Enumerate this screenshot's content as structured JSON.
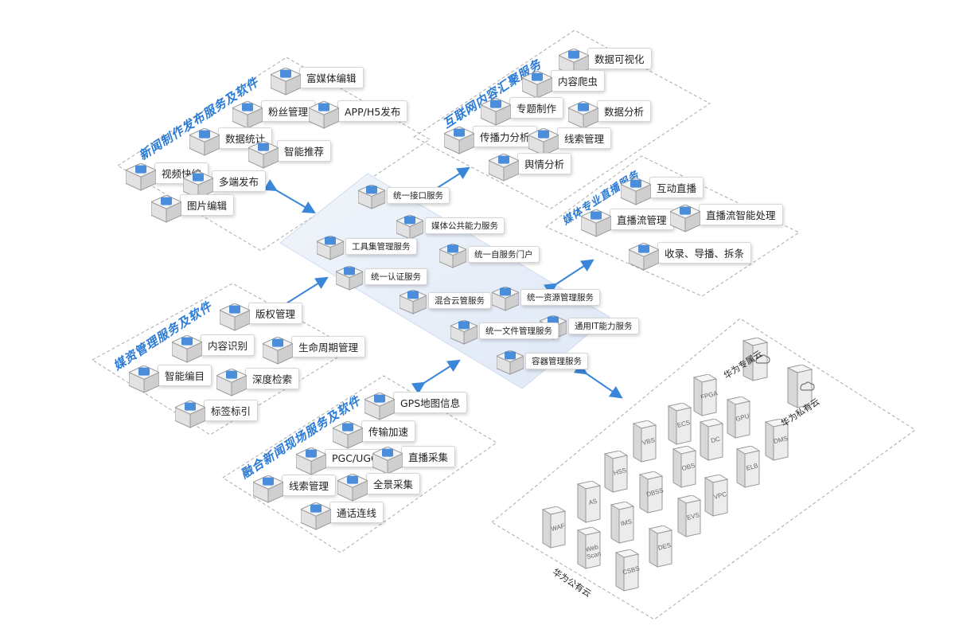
{
  "groups": {
    "news_publish": {
      "title": "新闻制作发布服务及软件",
      "items": [
        "富媒体编辑",
        "粉丝管理",
        "APP/H5发布",
        "数据统计",
        "智能推荐",
        "视频快编",
        "多端发布",
        "图片编辑"
      ]
    },
    "internet": {
      "title": "互联网内容汇聚服务",
      "items": [
        "数据可视化",
        "内容爬虫",
        "专题制作",
        "数据分析",
        "传播力分析",
        "线索管理",
        "舆情分析"
      ]
    },
    "live": {
      "title": "媒体专业直播服务",
      "items": [
        "互动直播",
        "直播流管理",
        "直播流智能处理",
        "收录、导播、拆条"
      ]
    },
    "asset": {
      "title": "媒资管理服务及软件",
      "items": [
        "版权管理",
        "内容识别",
        "生命周期管理",
        "智能编目",
        "深度检索",
        "标签标引"
      ]
    },
    "onsite": {
      "title": "融合新闻现场服务及软件",
      "items": [
        "GPS地图信息",
        "传输加速",
        "PGC/UGC",
        "直播采集",
        "线索管理",
        "全景采集",
        "通话连线"
      ]
    },
    "core": {
      "items": [
        "统一接口服务",
        "媒体公共能力服务",
        "工具集管理服务",
        "统一自服务门户",
        "统一认证服务",
        "混合云管服务",
        "统一资源管理服务",
        "通用IT能力服务",
        "统一文件管理服务",
        "容器管理服务"
      ]
    },
    "cloud": {
      "dedicated": "华为专属云",
      "private": "华为私有云",
      "public": "华为公有云",
      "services": [
        "FPGA",
        "GPU",
        "ECS",
        "DC",
        "VBS",
        "OBS",
        "HSS",
        "DMS",
        "ELB",
        "AS",
        "VPC",
        "DBSS",
        "EVS",
        "IMS",
        "WAF",
        "DES",
        "Web Scan",
        "CSBS"
      ]
    }
  },
  "colors": {
    "accent": "#2b7bd6",
    "core_plane": "#e6eef8",
    "arrow": "#3a86d8"
  }
}
